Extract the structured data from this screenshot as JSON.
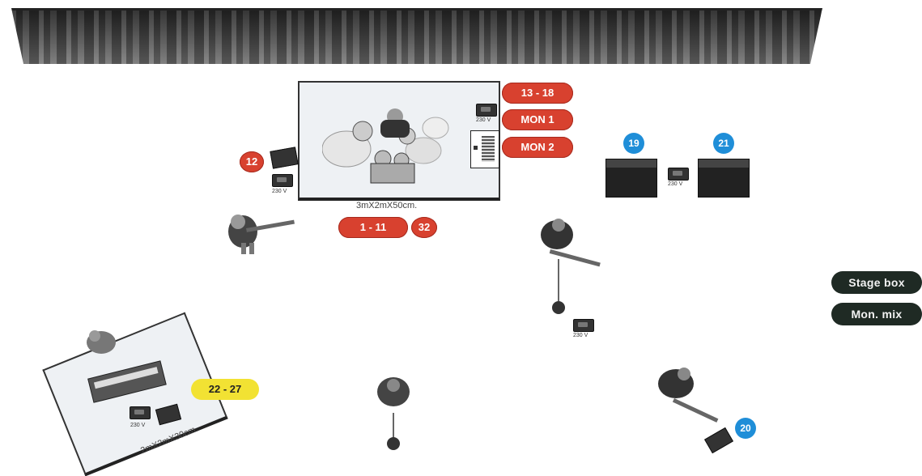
{
  "drum_riser": {
    "size": "3mX2mX50cm.",
    "voltage": "230 V"
  },
  "keys_riser": {
    "size": "2mX2mX30cm.",
    "voltage": "230 V"
  },
  "inputs": {
    "drums_overheads": "13 - 18",
    "mon1": "MON 1",
    "mon2": "MON 2",
    "drums_main": "1 - 11",
    "drums_extra": "32",
    "left_guitar": "12",
    "keys": "22 - 27",
    "amp_left": "19",
    "amp_right": "21",
    "right_guitar": "20"
  },
  "voltage_label": "230 V",
  "legend": {
    "stage_box": "Stage box",
    "mon_mix": "Mon. mix"
  },
  "colors": {
    "channel": "#d8412f",
    "keys": "#f2e233",
    "amp": "#1f8ed8",
    "legend": "#1f2a24"
  }
}
